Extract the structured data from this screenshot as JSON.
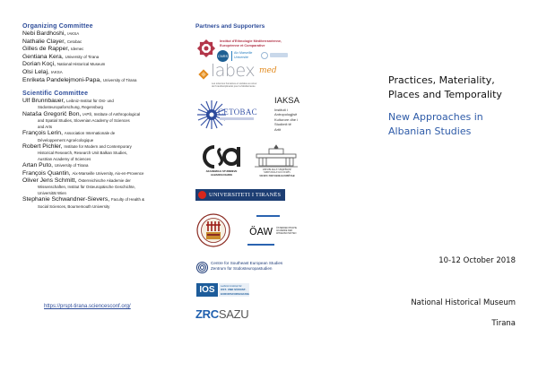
{
  "organizing": {
    "title": "Organizing Committee",
    "members": [
      {
        "name": "Nebi Bardhoshi,",
        "aff": "IAKSA"
      },
      {
        "name": "Nathalie Clayer,",
        "aff": "Cetobac"
      },
      {
        "name": "Gilles de Rapper,",
        "aff": "Idemec"
      },
      {
        "name": "Gentiana Kera,",
        "aff": "University of Tirana"
      },
      {
        "name": "Dorian Koçi,",
        "aff": "National Historical Museum"
      },
      {
        "name": "Olsi Lelaj,",
        "aff": "IAKSA"
      },
      {
        "name": "Enriketa Pandelejmoni-Papa,",
        "aff": "University of Tirana"
      }
    ]
  },
  "scientific": {
    "title": "Scientific Committee",
    "members": [
      {
        "name": "Ulf Brunnbauer,",
        "aff": "Leibniz-Institut für Ost- und",
        "cont": [
          "Südosteuropaforschung, Regensburg"
        ]
      },
      {
        "name": "Nataša Gregorič Bon,",
        "aff": "IAPŠ, Institute of Anthropological",
        "cont": [
          "and Spatial Studies, Slovenian Academy of Sciences",
          "and Arts"
        ]
      },
      {
        "name": "François Lerin,",
        "aff": "Association Internationale de",
        "cont": [
          "Développement Agroécologique"
        ]
      },
      {
        "name": "Robert Pichler,",
        "aff": "Institute for Modern and Contemporary",
        "cont": [
          "Historical Research, Research Unit Balkan Studies,",
          "Austrian Academy of Sciences"
        ]
      },
      {
        "name": "Artan Puto,",
        "aff": "University of Tirana",
        "cont": []
      },
      {
        "name": "François Quantin,",
        "aff": "Aix-Marseille University, Aix-en-Provence",
        "cont": []
      },
      {
        "name": "Oliver Jens Schmitt,",
        "aff": "Österreichische Akademie der",
        "cont": [
          "Wissenschaften, Institut für Osteuropäische Geschichte,",
          "Universität Wien"
        ]
      },
      {
        "name": "Stephanie Schwandner-Sievers,",
        "aff": "Faculty of Health &",
        "cont": [
          "Social Sciences, Bournemouth University"
        ]
      }
    ]
  },
  "link": "https://prspt-tirana.sciencesconf.org/",
  "partners": {
    "title": "Partners and Supporters",
    "idemec_text": [
      "Institut d'Ethnologie Méditerranéenne,",
      "Européenne et Comparative"
    ],
    "cnrs": "CNRS",
    "amu": "Aix Marseille Université",
    "labex": "labex",
    "labex_med": "med",
    "labex_caption": [
      "Les sciences humaines et sociales au cœur",
      "de l'interdisciplinarité pour la Méditerranée"
    ],
    "cetobac": "CETOBAC",
    "iaksa_title": "IAKSA",
    "iaksa_lines": [
      "Instituti i",
      "Antropologjisë",
      "Kulturore dhe i",
      "Studimit të",
      "Artit"
    ],
    "aksa_caption": [
      "AKADEMIA E STUDIMEVE",
      "ALBANOLOGJIKE"
    ],
    "muzeu_caption": [
      "REPUBLIKA E SHQIPËRISË",
      "MINISTRIA E KULTURËS",
      "MUZEU HISTORIK KOMBËTAR"
    ],
    "ut": "UNIVERSITETI I TIRANËS",
    "oaw": "ÖAW",
    "oaw_caption": [
      "ÖSTERREICHISCHE",
      "AKADEMIE DER",
      "WISSENSCHAFTEN"
    ],
    "csees": [
      "Centre for Southeast European Studies",
      "Zentrum für Südosteuropastudien"
    ],
    "ios": "IOS",
    "ios_lines": [
      "Leibniz-Institut für",
      "OST- UND SÜDOST-",
      "EUROPAFORSCHUNG"
    ],
    "zrc_a": "ZRC",
    "zrc_b": "SAZU"
  },
  "event": {
    "title_lines": [
      "Practices, Materiality,",
      "Places and Temporality"
    ],
    "subtitle_lines": [
      "New Approaches in",
      "Albanian Studies"
    ],
    "dates": "10-12 October 2018",
    "venue": "National Historical Museum",
    "city": "Tirana"
  },
  "colors": {
    "accent_blue": "#2e4d9a",
    "subtitle_blue": "#2e5ba8",
    "idemec_red": "#b3364a",
    "zrc_blue": "#1f5fae",
    "ut_navy": "#1d3e73"
  }
}
